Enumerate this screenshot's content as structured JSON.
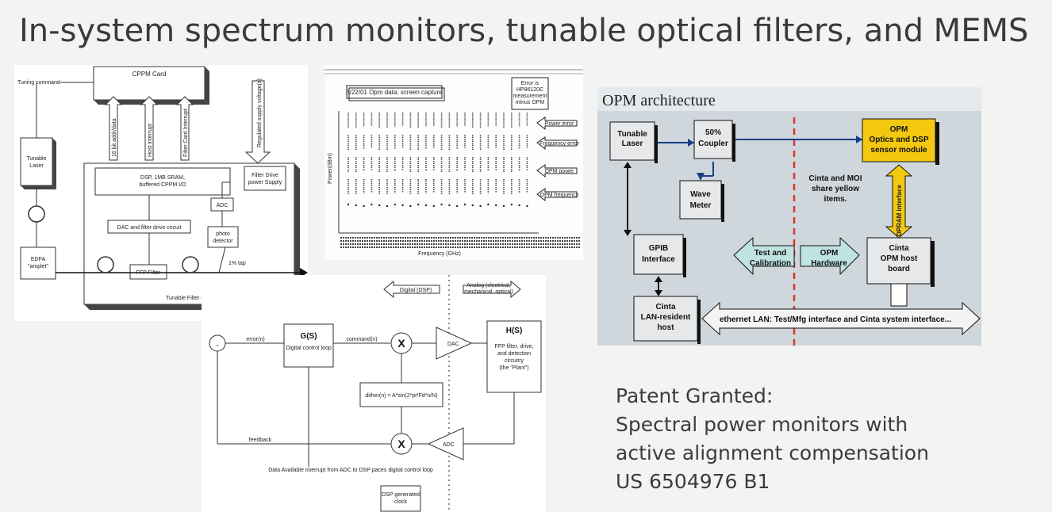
{
  "slide": {
    "title": "In-system spectrum monitors, tunable optical filters, and MEMS"
  },
  "filter_card": {
    "cppm_card": "CPPM Card",
    "tuning_command": "Tuning command",
    "bus_16bit": "16 bit addr/data",
    "host_interrupt": "Host interrupt",
    "filter_card_interrupt": "Filter Card Interrupt",
    "regulated_supply": "Regulated supply voltage(s)",
    "tunable_laser": [
      "Tunable",
      "Laser"
    ],
    "dsp": [
      "DSP, 1MB SRAM,",
      "buffered CPPM I/O"
    ],
    "filter_drive": [
      "Filter Drive",
      "power Supply"
    ],
    "adc": "ADC",
    "dac": "DAC and filter drive circuit",
    "photo": [
      "photo",
      "detector"
    ],
    "ffp": "FFP Filter",
    "tap": "1% tap",
    "edfa": [
      "EDFA",
      "\"amplet\""
    ],
    "card_label": "Tunable Filter card"
  },
  "opm_capture": {
    "caption": "3/22/01 Opm data: screen capture",
    "error_note": [
      "Error is",
      "HP86120C",
      "measurement",
      "minus OPM"
    ],
    "callouts": [
      "Power error",
      "Frequency error",
      "OPM power",
      "OPM frequency"
    ],
    "y_label": "Power(dBm)",
    "x_label": "Frequency (GHz)"
  },
  "control_loop": {
    "digital": "Digital (DSP)",
    "analog": [
      "Analog (electrical,",
      "mechanical, optical)"
    ],
    "gs": "G(S)",
    "gs_sub": "Digital control loop",
    "hs": "H(S)",
    "hs_sub": [
      "FFP filter, drive,",
      "and detection",
      "circuitry",
      "(the \"Plant\")"
    ],
    "error": "error(n)",
    "command": "command(n)",
    "dac": "DAC",
    "adc": "ADC",
    "x": "X",
    "dither": "dither(n) = A*sin(2*pi*Fd*n/N)",
    "feedback": "feedback",
    "interrupt_note": "Data Available interrupt from ADC to DSP paces digital control loop",
    "clock": [
      "DSP generated",
      "clock"
    ],
    "minus": "-"
  },
  "opm_arch": {
    "title": "OPM architecture",
    "tunable_laser": [
      "Tunable",
      "Laser"
    ],
    "coupler": [
      "50%",
      "Coupler"
    ],
    "opm_module": [
      "OPM",
      "Optics and DSP",
      "sensor module"
    ],
    "wave_meter": [
      "Wave",
      "Meter"
    ],
    "note": [
      "Cinta and MOI",
      "share yellow",
      "items."
    ],
    "dpram": "DPRAM interface",
    "gpib": [
      "GPIB",
      "Interface"
    ],
    "test_cal": [
      "Test and",
      "Calibration"
    ],
    "opm_hw": [
      "OPM",
      "Hardware"
    ],
    "host_board": [
      "Cinta",
      "OPM host",
      "board"
    ],
    "lan_host": [
      "Cinta",
      "LAN-resident",
      "host"
    ],
    "ethernet": "ethernet LAN: Test/Mfg interface and Cinta system interface...",
    "colors": {
      "background": "#cfd6dc",
      "yellow": "#f2c811",
      "teal": "#bfe3e1",
      "divider": "#d43a2a"
    }
  },
  "patent": {
    "lines": [
      "Patent Granted:",
      "Spectral power monitors with",
      "active alignment compensation",
      "US 6504976 B1"
    ]
  }
}
